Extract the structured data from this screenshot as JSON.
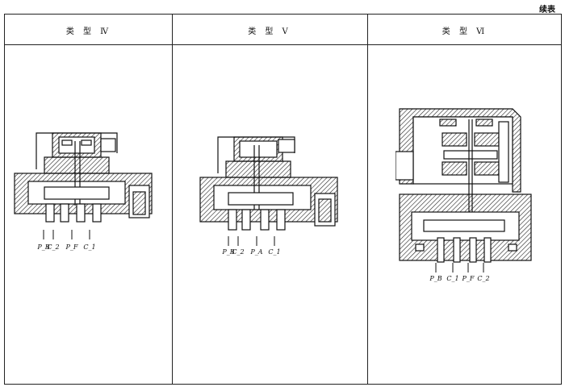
{
  "page_label": "续表",
  "columns": [
    {
      "header": "类 型 Ⅳ",
      "ports": [
        "P_B",
        "C_2",
        "P_F",
        "C_1"
      ]
    },
    {
      "header": "类 型 Ⅴ",
      "ports": [
        "P_B",
        "C_2",
        "P_A",
        "C_1"
      ]
    },
    {
      "header": "类 型 Ⅵ",
      "ports": [
        "P_B",
        "C_1",
        "P_F",
        "C_2"
      ]
    }
  ]
}
